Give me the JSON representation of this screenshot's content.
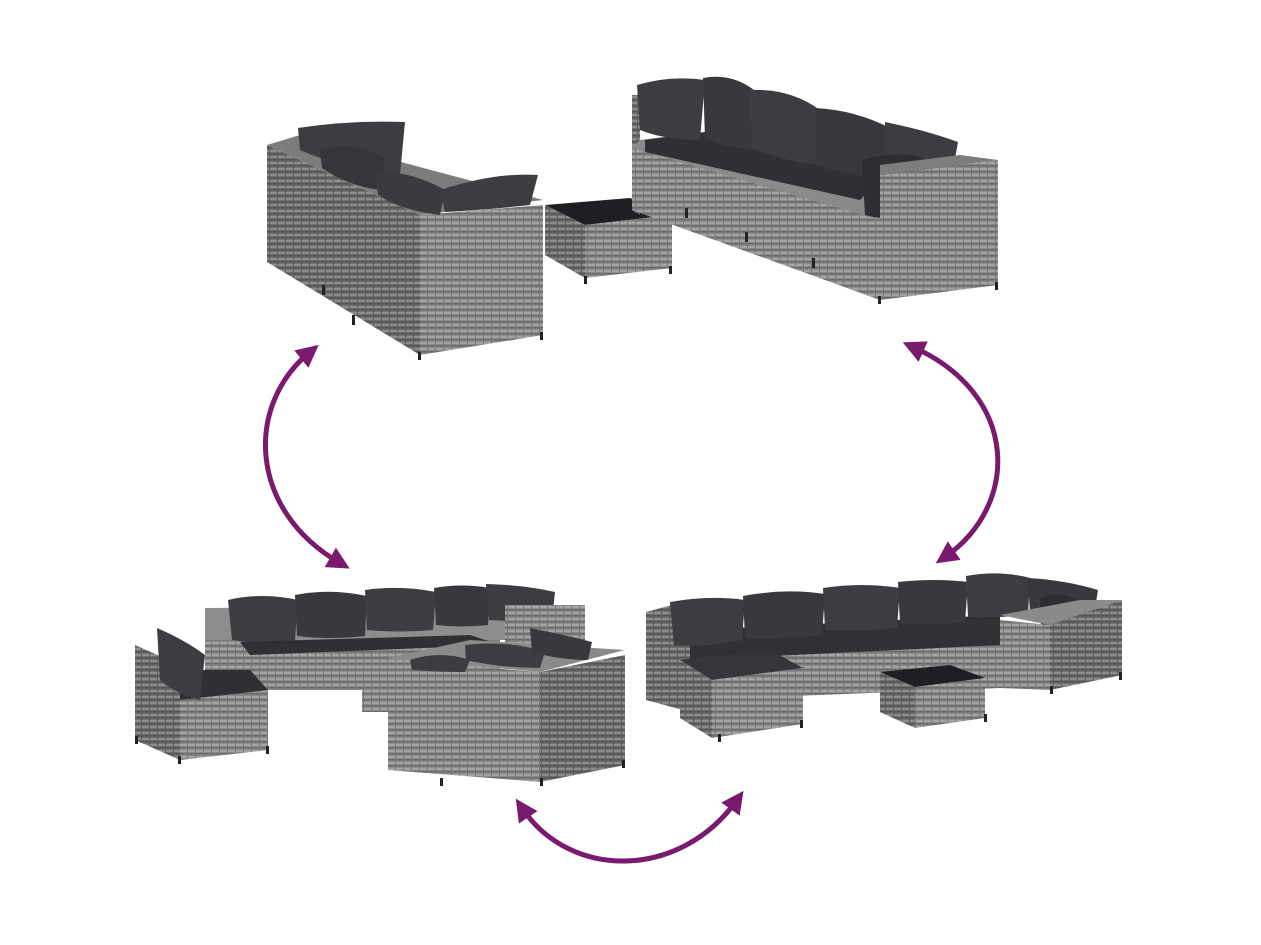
{
  "colors": {
    "background": "#ffffff",
    "arrow": "#7a1a6e",
    "wicker_light": "#9a9a9a",
    "wicker_mid": "#7d7d7d",
    "wicker_dark": "#5c5c5c",
    "cushion": "#3c3d40",
    "cushion_shade": "#2c2d30",
    "glass_top": "#1e1f22"
  },
  "configurations": [
    {
      "name": "config-top-left",
      "arrangement": "corner-sofa-with-table"
    },
    {
      "name": "config-top-right",
      "arrangement": "long-sofa-with-armrest"
    },
    {
      "name": "config-bottom-left",
      "arrangement": "separated-modules"
    },
    {
      "name": "config-bottom-right",
      "arrangement": "long-sofa-with-ottoman-and-table"
    }
  ],
  "arrows": [
    {
      "name": "left-double-arrow-icon",
      "direction": "bidirectional"
    },
    {
      "name": "right-double-arrow-icon",
      "direction": "bidirectional"
    },
    {
      "name": "bottom-double-arrow-icon",
      "direction": "bidirectional"
    }
  ]
}
